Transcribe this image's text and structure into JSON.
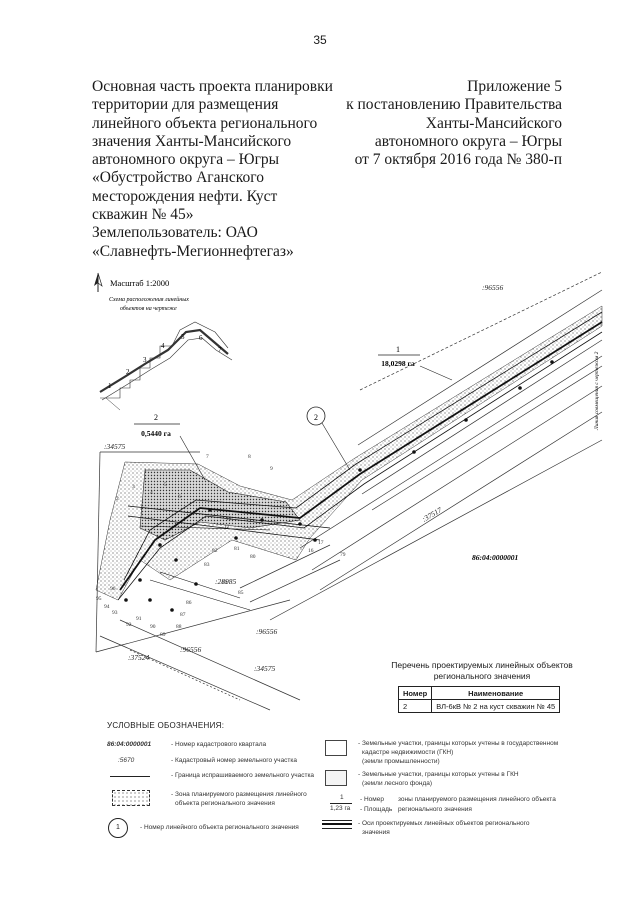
{
  "page_number": "35",
  "header_left": [
    "Основная часть проекта планировки",
    "территории для размещения",
    "линейного объекта регионального",
    "значения Ханты-Мансийского",
    "автономного округа – Югры",
    "«Обустройство Аганского",
    "месторождения нефти. Куст",
    "скважин № 45»",
    "Землепользователь: ОАО",
    "«Славнефть-Мегионнефтегаз»"
  ],
  "header_right": [
    "Приложение 5",
    "к постановлению Правительства",
    "Ханты-Мансийского",
    "автономного округа – Югры",
    "от 7 октября 2016 года № 380-п"
  ],
  "map": {
    "scale": "Масштаб 1:2000",
    "scheme_title_1": "Схема расположения линейных",
    "scheme_title_2": "объектов на чертеже",
    "side_note": "Линия совмещения с чертежом 2",
    "quarter": "86:04:0000001",
    "parcels": [
      ":96556",
      ":34575",
      ":37517",
      ":28985",
      ":37524",
      ":96556",
      ":34575",
      ":96556"
    ],
    "zone1_num": "1",
    "zone1_area": "18,0298 га",
    "zone2_num": "2",
    "zone2_area": "0,5440 га",
    "object_num": "2",
    "point_labels": [
      "1",
      "2",
      "3",
      "4",
      "5",
      "6",
      "7",
      "8",
      "9",
      "10",
      "11",
      "12",
      "13",
      "14",
      "15",
      "16",
      "17",
      "78",
      "79",
      "80",
      "81",
      "82",
      "83",
      "84",
      "85",
      "86",
      "87",
      "88",
      "89",
      "90",
      "91",
      "92",
      "93",
      "94",
      "95",
      "96"
    ]
  },
  "objects_list": {
    "title_1": "Перечень проектируемых линейных объектов",
    "title_2": "регионального значения",
    "headers": [
      "Номер",
      "Наименование"
    ],
    "rows": [
      [
        "2",
        "ВЛ-6кВ № 2 на куст скважин № 45"
      ]
    ]
  },
  "legend": {
    "title": "УСЛОВНЫЕ ОБОЗНАЧЕНИЯ:",
    "quarter_sample": "86:04:0000001",
    "quarter_text": "- Номер кадастрового квартала",
    "parcel_sample": ":5670",
    "parcel_text": "- Кадастровый номер земельного участка",
    "boundary_text": "- Граница испрашиваемого земельного участка",
    "zone_text_1": "- Зона планируемого размещения линейного",
    "zone_text_2": "объекта регионального значения",
    "object_text": "- Номер линейного объекта регионального значения",
    "gkn_ind_1": "- Земельные участки, границы которых учтены в государственном",
    "gkn_ind_2": "кадастре недвижимости (ГКН)",
    "gkn_ind_3": "(земли промышленности)",
    "gkn_forest_1": "- Земельные участки, границы которых учтены в ГКН",
    "gkn_forest_2": "(земли лесного фонда)",
    "num_sample": "1",
    "area_sample": "1,23 га",
    "num_text": "- Номер",
    "num_desc": "зоны планируемого размещения линейного объекта",
    "area_text": "- Площадь",
    "area_desc": "регионального значения",
    "axis_text_1": "- Оси проектируемых линейных объектов регионального",
    "axis_text_2": "значения"
  }
}
